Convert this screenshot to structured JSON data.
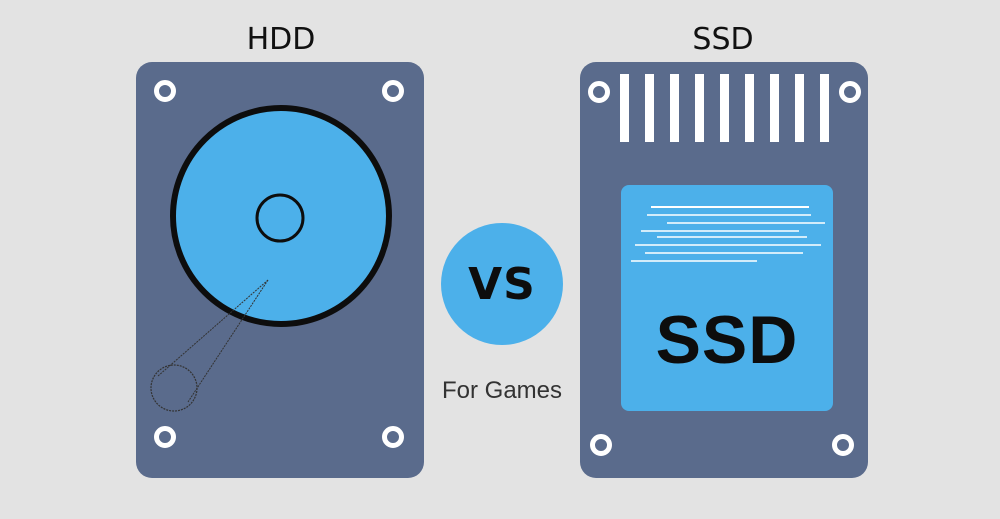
{
  "hdd": {
    "label": "HDD"
  },
  "ssd": {
    "label": "SSD",
    "chip_text": "SSD"
  },
  "center": {
    "vs": "VS",
    "subtitle": "For Games"
  },
  "colors": {
    "background": "#e3e3e3",
    "drive_body": "#5a6b8c",
    "accent_blue": "#4cb0ea",
    "text_dark": "#111111",
    "screw": "#ffffff"
  },
  "icons": [
    "platter-icon",
    "read-arm-icon",
    "screw-icon",
    "vent-icon",
    "chip-icon"
  ]
}
